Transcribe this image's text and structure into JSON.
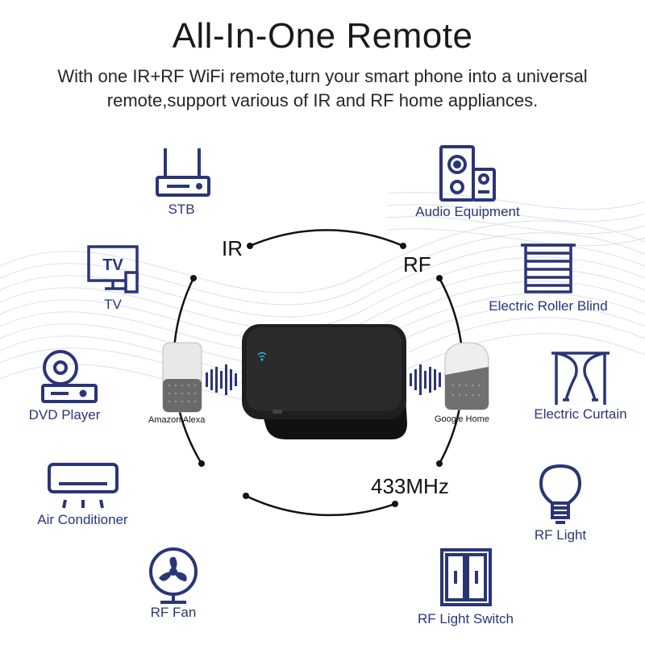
{
  "header": {
    "title": "All-In-One Remote",
    "subtitle": "With one IR+RF WiFi remote,turn your smart phone into a universal remote,support various of IR and RF home appliances."
  },
  "hub": {
    "ir_label": "IR",
    "rf_label": "RF",
    "frequency_label": "433MHz",
    "left_speaker_label": "Amazon Alexa",
    "right_speaker_label": "Google Home"
  },
  "appliances": {
    "stb": "STB",
    "tv": "TV",
    "dvd": "DVD Player",
    "air_conditioner": "Air Conditioner",
    "rf_fan": "RF Fan",
    "audio": "Audio Equipment",
    "roller_blind": "Electric Roller Blind",
    "curtain": "Electric Curtain",
    "rf_light": "RF Light",
    "rf_light_switch": "RF Light Switch",
    "tv_icon_text": "TV"
  },
  "colors": {
    "icon_blue": "#2a3578",
    "wave_color": "#c8cde6"
  }
}
